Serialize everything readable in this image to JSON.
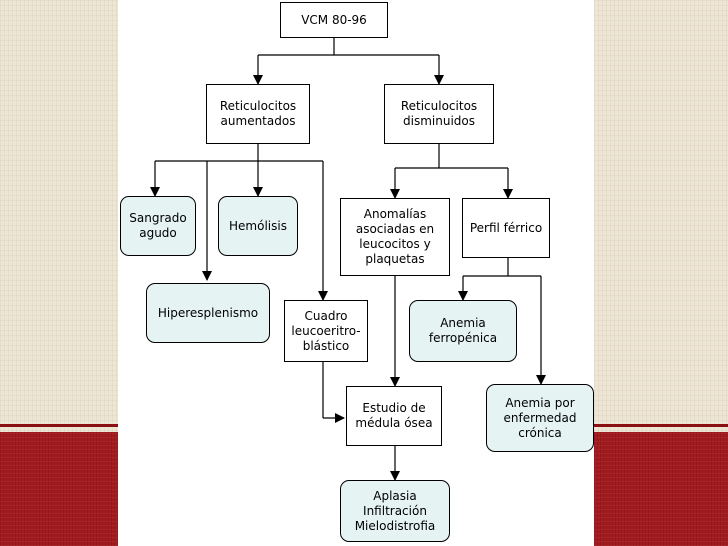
{
  "diagram": {
    "root": "VCM 80-96",
    "reticulocitos_aumentados": "Reticulocitos\naumentados",
    "reticulocitos_disminuidos": "Reticulocitos\ndisminuidos",
    "sangrado_agudo": "Sangrado\nagudo",
    "hemolisis": "Hemólisis",
    "hiperesplenismo": "Hiperesplenismo",
    "cuadro_leucoeritroblastico": "Cuadro\nleucoeritro-\nblástico",
    "anomalias": "Anomalías\nasociadas en\nleucocitos y\nplaquetas",
    "perfil_ferrico": "Perfil férrico",
    "anemia_ferropenica": "Anemia\nferropénica",
    "estudio_medula": "Estudio de\nmédula ósea",
    "anemia_enfermedad_cronica": "Anemia por\nenfermedad\ncrónica",
    "aplasia": "Aplasia\nInfiltración\nMielodistrofia"
  },
  "colors": {
    "rounded_box_fill": "#e5f4f3",
    "border": "#000000",
    "side_band_red": "#a31b1e",
    "side_texture": "#eee6d4"
  }
}
